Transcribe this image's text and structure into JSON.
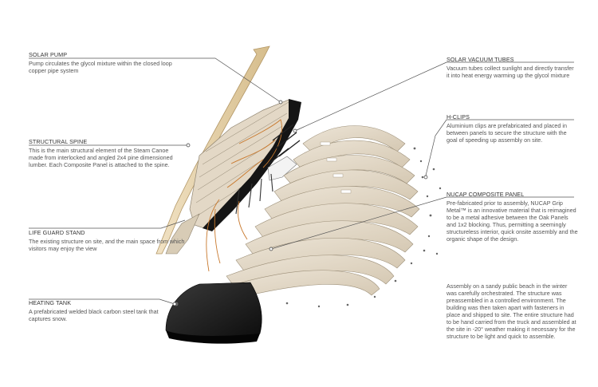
{
  "callouts": {
    "solar_pump": {
      "title": "SOLAR PUMP",
      "desc": "Pump circulates the glycol mixture within the closed loop copper pipe system"
    },
    "structural_spine": {
      "title": "STRUCTURAL SPINE",
      "desc": "This is the main structural element of the Steam Canoe made from interlocked and angled 2x4 pine dimensioned lumber. Each Composite Panel is attached to the spine."
    },
    "life_guard_stand": {
      "title": "LIFE GUARD STAND",
      "desc": "The existing structure on site, and the main space from which visitors may enjoy the view"
    },
    "heating_tank": {
      "title": "HEATING TANK",
      "desc": "A prefabricated welded black carbon steel tank that captures snow."
    },
    "solar_vacuum_tubes": {
      "title": "SOLAR VACUUM TUBES",
      "desc": "Vacuum tubes collect sunlight and directly transfer it into heat energy warming up the glycol mixture"
    },
    "h_clips": {
      "title": "H-CLIPS",
      "desc": "Aluminium clips are prefabricated and placed in between panels to secure the structure with the goal of speeding up assembly on site."
    },
    "nucap_panel": {
      "title": "NUCAP COMPOSITE PANEL",
      "desc": "Pre-fabricated prior to assembly, NUCAP Grip Metal™ is an innovative material that is reimagined to be a metal adhesive between the Oak Panels and 1x2 blocking. Thus, permitting a seemingly structureless interior, quick onsite assembly and the organic shape of the design."
    }
  },
  "assembly_note": "Assembly on a sandy public beach in the winter was carefully orchestrated. The structure was preassembled in a controlled environment. The building was then taken apart with fasteners in place and shipped to site. The entire structure had to be hand carried from the truck and assembled at the site in -20° weather making it necessary for the structure to be light and quick to assemble.",
  "colors": {
    "wood": "#ddd2c0",
    "wood_edge": "#9c8f78",
    "spine": "#e6d3ad",
    "steel": "#1a1a1a",
    "pipe": "#c8782c",
    "leader": "#555555"
  }
}
